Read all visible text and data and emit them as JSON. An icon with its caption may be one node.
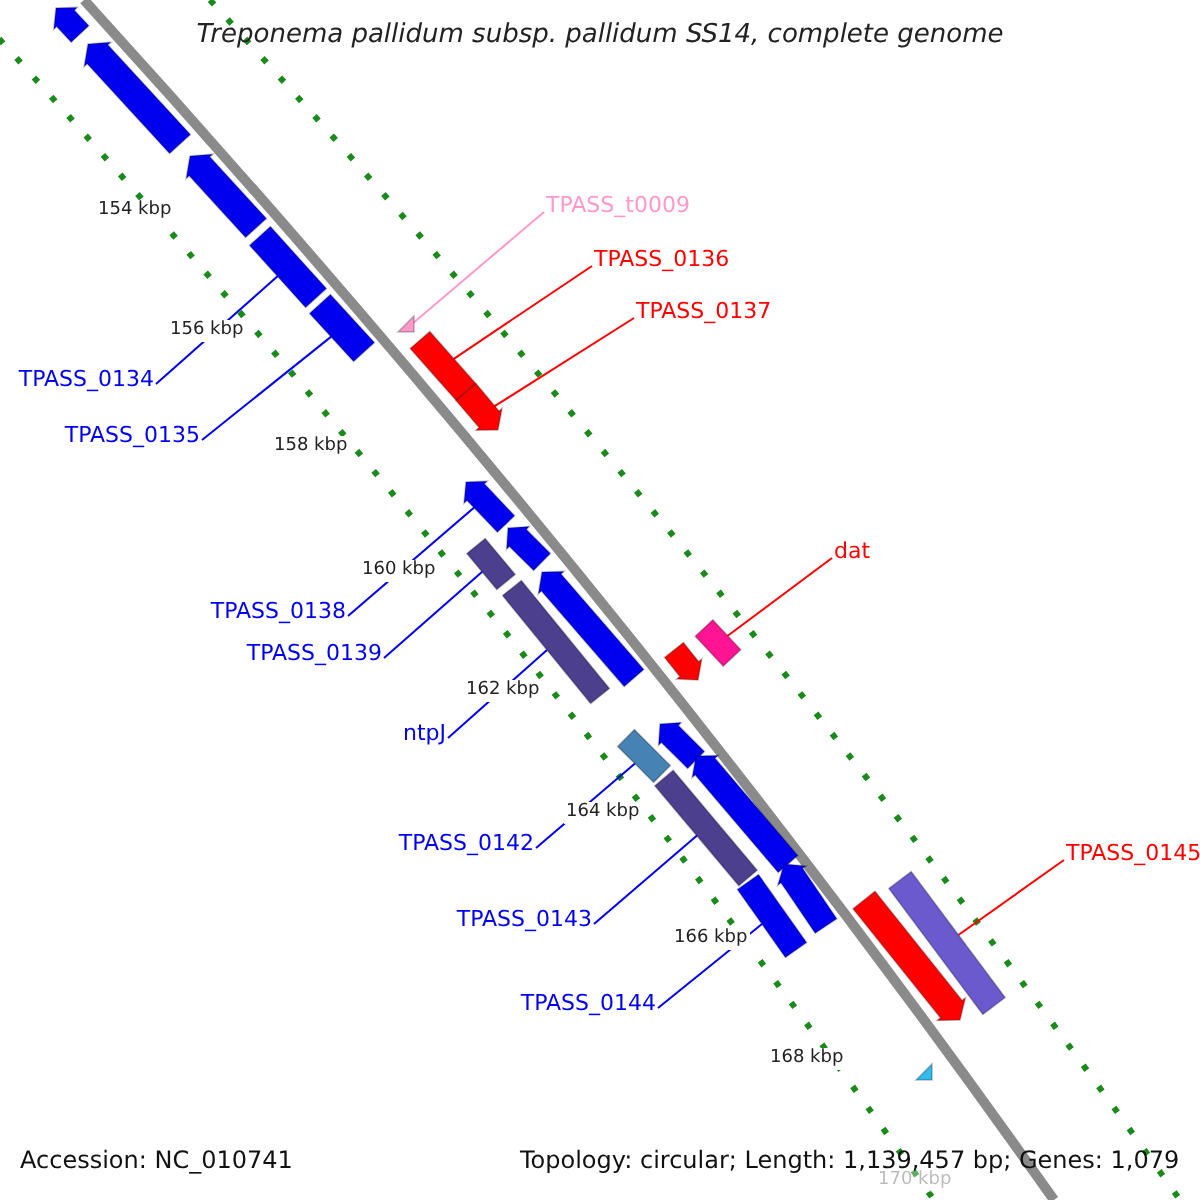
{
  "diagram": {
    "title": "Treponema pallidum subsp. pallidum SS14, complete genome",
    "nodes": [
      {
        "text": [],
        "shape": "arrow"
      },
      {
        "text": [],
        "shape": "arrow"
      },
      {
        "text": [
          "TPASS_t0009"
        ]
      },
      {
        "text": [],
        "shape": "triangle"
      },
      {
        "text": [
          "TPASS_0136"
        ]
      },
      {
        "text": [],
        "shape": "bar"
      },
      {
        "text": [
          "TPASS_0137"
        ]
      },
      {
        "text": [],
        "shape": "arrow"
      },
      {
        "text": [],
        "shape": "arrow"
      },
      {
        "text": [],
        "shape": "bar"
      },
      {
        "text": [
          "TPASS_0134"
        ]
      },
      {
        "text": [],
        "shape": "bar"
      },
      {
        "text": [
          "TPASS_0135"
        ]
      },
      {
        "text": [],
        "shape": "arrow"
      },
      {
        "text": [],
        "shape": "arrow"
      },
      {
        "text": [],
        "shape": "bar"
      },
      {
        "text": [
          "TPASS_0138"
        ]
      },
      {
        "text": [],
        "shape": "bar"
      },
      {
        "text": [
          "TPASS_0139"
        ]
      },
      {
        "text": [],
        "shape": "arrow"
      },
      {
        "text": [
          "dat"
        ]
      },
      {
        "text": [],
        "shape": "arrow"
      },
      {
        "text": [],
        "shape": "bar"
      },
      {
        "text": [
          "ntpJ"
        ]
      },
      {
        "text": [],
        "shape": "arrow"
      },
      {
        "text": [],
        "shape": "bar"
      },
      {
        "text": [
          "TPASS_0142"
        ]
      },
      {
        "text": [],
        "shape": "bar"
      },
      {
        "text": [],
        "shape": "arrow"
      },
      {
        "text": [
          "TPASS_0143"
        ]
      },
      {
        "text": [],
        "shape": "bar"
      },
      {
        "text": [],
        "shape": "arrow"
      },
      {
        "text": [
          "TPASS_0144"
        ]
      },
      {
        "text": [
          "TPASS_0145"
        ]
      },
      {
        "text": [],
        "shape": "arrow"
      },
      {
        "text": [],
        "shape": "bar"
      },
      {
        "text": [],
        "shape": "triangle"
      }
    ],
    "edges": [
      {
        "from": 2,
        "to": 3,
        "arrow": "none",
        "color": "#ff99cc"
      },
      {
        "from": 4,
        "to": 5,
        "arrow": "none",
        "color": "#ff0000"
      },
      {
        "from": 6,
        "to": 7,
        "arrow": "none",
        "color": "#ff0000"
      },
      {
        "from": 10,
        "to": 9,
        "arrow": "none"
      },
      {
        "from": 12,
        "to": 11,
        "arrow": "none"
      },
      {
        "from": 16,
        "to": 13,
        "arrow": "none"
      },
      {
        "from": 18,
        "to": 15,
        "arrow": "none"
      },
      {
        "from": 20,
        "to": 22,
        "arrow": "none",
        "color": "#ff0000"
      },
      {
        "from": 23,
        "to": 17,
        "arrow": "none"
      },
      {
        "from": 26,
        "to": 25,
        "arrow": "none"
      },
      {
        "from": 29,
        "to": 27,
        "arrow": "none"
      },
      {
        "from": 32,
        "to": 30,
        "arrow": "none"
      },
      {
        "from": 33,
        "to": 35,
        "arrow": "none",
        "color": "#ff0000"
      }
    ],
    "labels": [
      "154 kbp",
      "156 kbp",
      "158 kbp",
      "160 kbp",
      "162 kbp",
      "164 kbp",
      "166 kbp",
      "168 kbp",
      "170 kbp",
      "Accession: NC_010741",
      "Topology: circular; Length: 1,139,457 bp; Genes: 1,079"
    ]
  }
}
